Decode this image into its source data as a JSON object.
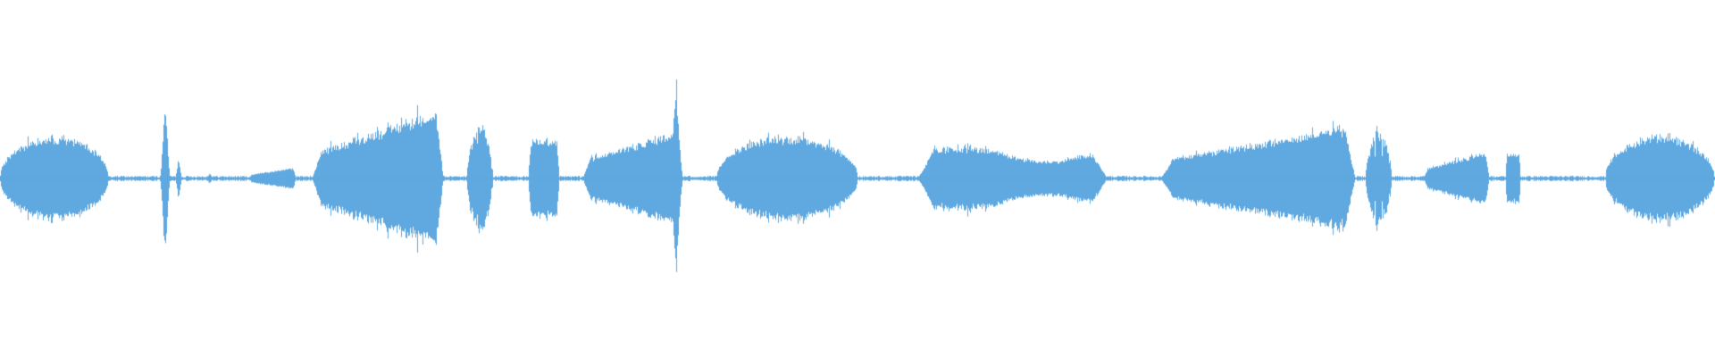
{
  "waveform": {
    "color": "#5FA8E0",
    "background": "#FFFFFF",
    "baseline_amplitude": 0.01,
    "segments": [
      {
        "start": 0.0,
        "end": 0.063,
        "shape": "bulb",
        "peak": 0.24
      },
      {
        "start": 0.093,
        "end": 0.099,
        "shape": "spike",
        "peak": 0.46
      },
      {
        "start": 0.102,
        "end": 0.106,
        "shape": "spike",
        "peak": 0.12
      },
      {
        "start": 0.12,
        "end": 0.124,
        "shape": "spike",
        "peak": 0.03
      },
      {
        "start": 0.145,
        "end": 0.172,
        "shape": "rise",
        "peak": 0.06
      },
      {
        "start": 0.182,
        "end": 0.258,
        "shape": "rise",
        "peak": 0.4
      },
      {
        "start": 0.272,
        "end": 0.287,
        "shape": "spiky",
        "peak": 0.3
      },
      {
        "start": 0.308,
        "end": 0.326,
        "shape": "block",
        "peak": 0.22
      },
      {
        "start": 0.34,
        "end": 0.397,
        "shape": "rise",
        "peak": 0.28
      },
      {
        "start": 0.39,
        "end": 0.398,
        "shape": "spike",
        "peak": 0.56
      },
      {
        "start": 0.418,
        "end": 0.5,
        "shape": "bulb",
        "peak": 0.24
      },
      {
        "start": 0.535,
        "end": 0.645,
        "shape": "flat",
        "peak": 0.18
      },
      {
        "start": 0.677,
        "end": 0.79,
        "shape": "rise",
        "peak": 0.3
      },
      {
        "start": 0.796,
        "end": 0.811,
        "shape": "spiky",
        "peak": 0.27
      },
      {
        "start": 0.83,
        "end": 0.868,
        "shape": "rise",
        "peak": 0.15
      },
      {
        "start": 0.878,
        "end": 0.886,
        "shape": "block",
        "peak": 0.14
      },
      {
        "start": 0.936,
        "end": 1.0,
        "shape": "bulb",
        "peak": 0.24
      }
    ]
  }
}
